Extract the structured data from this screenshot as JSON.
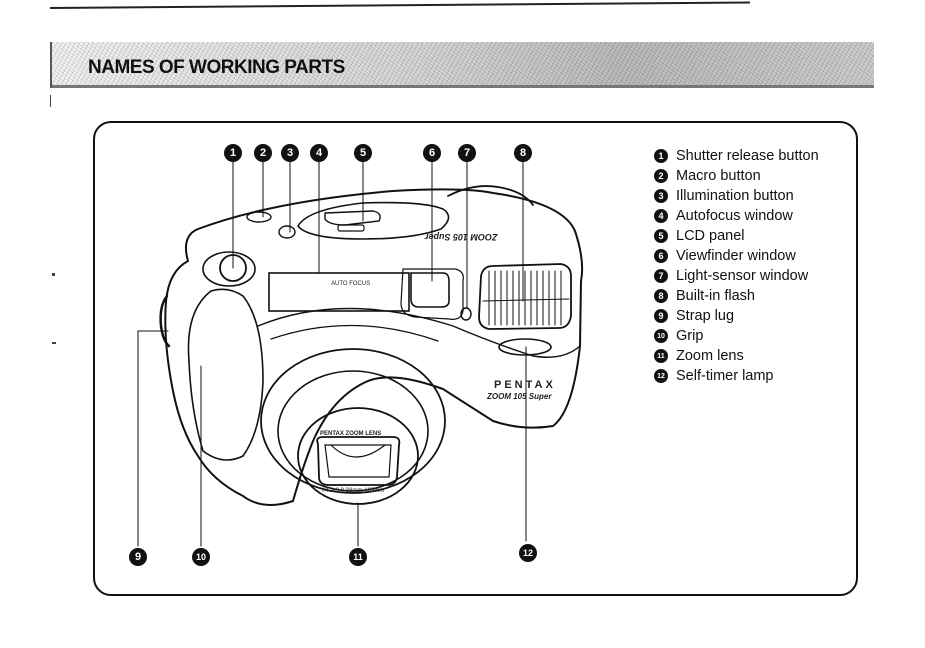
{
  "header": {
    "title": "NAMES OF WORKING PARTS"
  },
  "callouts": [
    {
      "num": "1"
    },
    {
      "num": "2"
    },
    {
      "num": "3"
    },
    {
      "num": "4"
    },
    {
      "num": "5"
    },
    {
      "num": "6"
    },
    {
      "num": "7"
    },
    {
      "num": "8"
    },
    {
      "num": "9"
    },
    {
      "num": "10"
    },
    {
      "num": "11"
    },
    {
      "num": "12"
    }
  ],
  "legend": [
    {
      "num": "1",
      "label": "Shutter release button"
    },
    {
      "num": "2",
      "label": "Macro button"
    },
    {
      "num": "3",
      "label": "Illumination button"
    },
    {
      "num": "4",
      "label": "Autofocus window"
    },
    {
      "num": "5",
      "label": "LCD panel"
    },
    {
      "num": "6",
      "label": "Viewfinder window"
    },
    {
      "num": "7",
      "label": "Light-sensor window"
    },
    {
      "num": "8",
      "label": "Built-in flash"
    },
    {
      "num": "9",
      "label": "Strap lug"
    },
    {
      "num": "10",
      "label": "Grip"
    },
    {
      "num": "11",
      "label": "Zoom lens"
    },
    {
      "num": "12",
      "label": "Self-timer lamp"
    }
  ],
  "camera_labels": {
    "autofocus": "AUTO FOCUS",
    "model": "ZOOM 105 Super",
    "brand": "PENTAX",
    "brand_sub": "ZOOM 105 Super",
    "lens_top": "PENTAX ZOOM LENS",
    "lens_bottom": "f/4.2-9.8 38mm-105mm"
  }
}
